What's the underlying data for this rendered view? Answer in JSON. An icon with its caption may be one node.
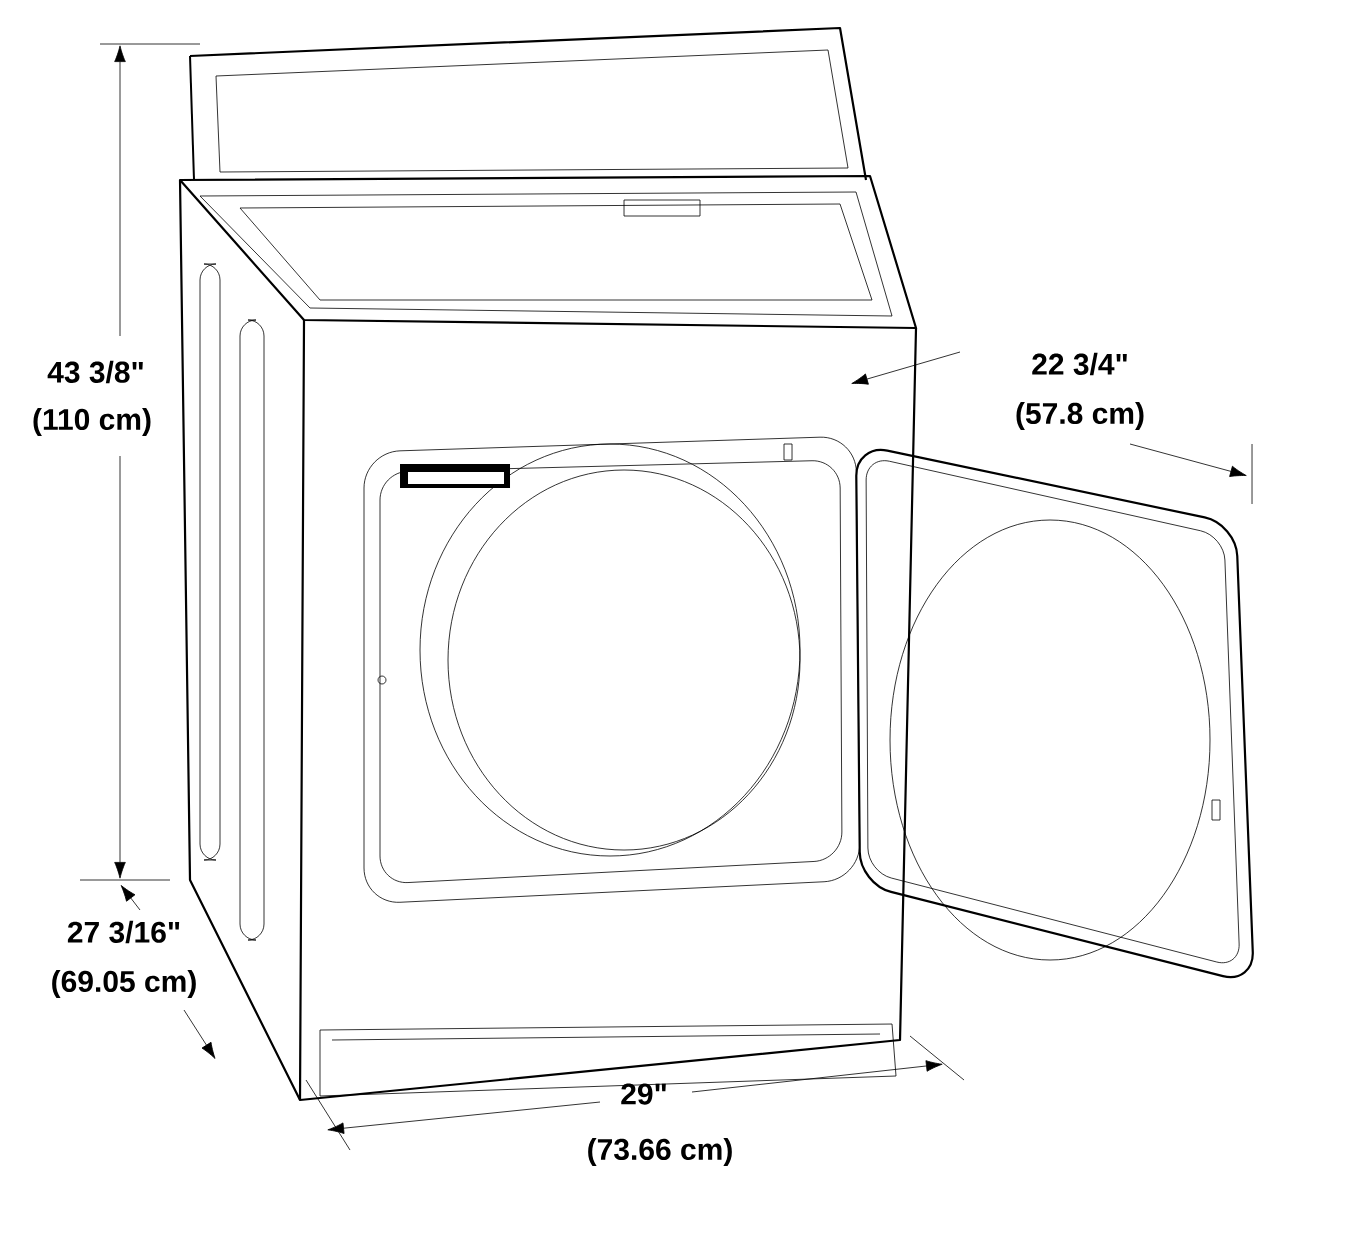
{
  "diagram": {
    "labels": [
      "43 3/8\"",
      "(110 cm)",
      "22 3/4\"",
      "(57.8 cm)",
      "27 3/16\"",
      "(69.05 cm)",
      "29\"",
      "(73.66 cm)"
    ]
  }
}
